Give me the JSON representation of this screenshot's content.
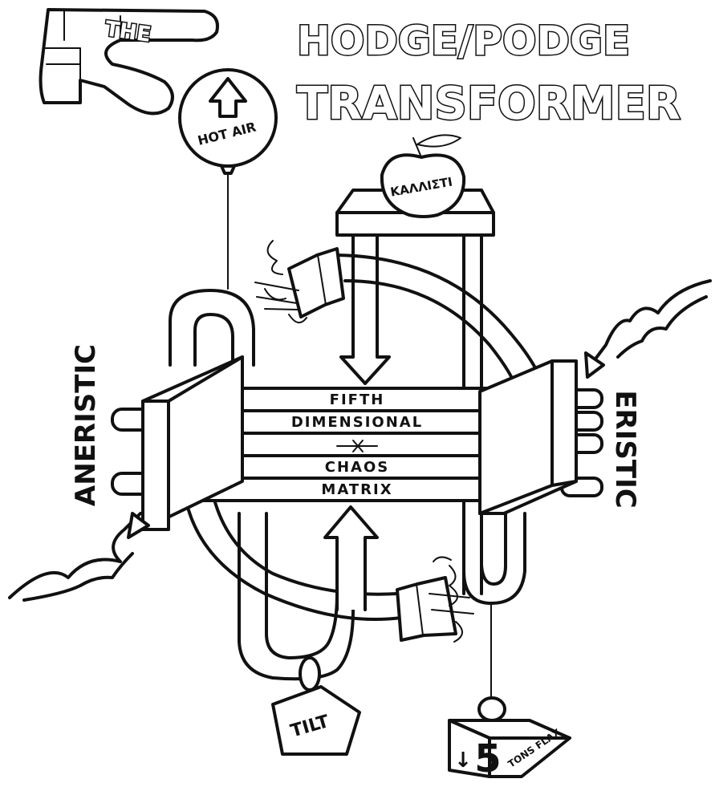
{
  "title": {
    "article": "THE",
    "line1": "HODGE/PODGE",
    "line2": "TRANSFORMER"
  },
  "balloon": {
    "label": "HOT AIR"
  },
  "apple": {
    "label": "ΚΑΛΛΙΣΤΙ"
  },
  "left_label": "ANERISTIC",
  "right_label": "ERISTIC",
  "matrix": {
    "line1": "FIFTH",
    "line2": "DIMENSIONAL",
    "line3": "CHAOS",
    "line4": "MATRIX"
  },
  "tag": {
    "label": "TILT"
  },
  "weight": {
    "number": "5",
    "arrow": "↓",
    "unit": "TONS FLAX"
  }
}
